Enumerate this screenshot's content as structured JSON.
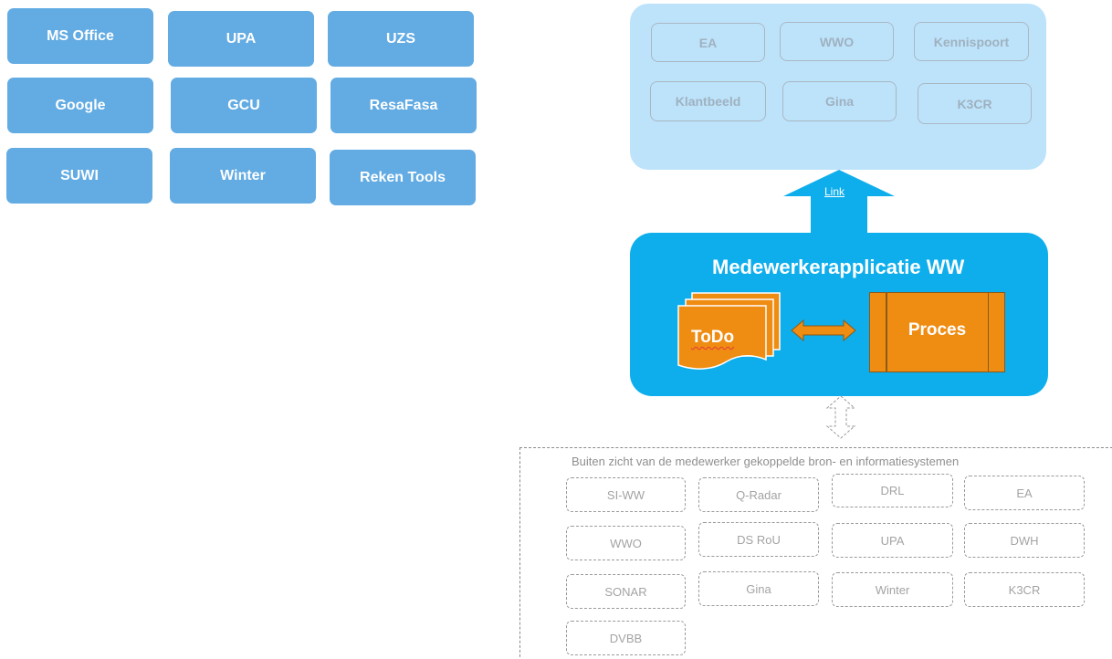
{
  "tools": {
    "items": [
      {
        "label": "MS Office"
      },
      {
        "label": "UPA"
      },
      {
        "label": "UZS"
      },
      {
        "label": "Google"
      },
      {
        "label": "GCU"
      },
      {
        "label": "ResaFasa"
      },
      {
        "label": "SUWI"
      },
      {
        "label": "Winter"
      },
      {
        "label": "Reken Tools"
      }
    ]
  },
  "linked_systems": {
    "items": [
      {
        "label": "EA"
      },
      {
        "label": "WWO"
      },
      {
        "label": "Kennispoort"
      },
      {
        "label": "Klantbeeld"
      },
      {
        "label": "Gina"
      },
      {
        "label": "K3CR"
      }
    ]
  },
  "link": {
    "label": "Link"
  },
  "app": {
    "title": "Medewerkerapplicatie WW",
    "todo_label": "ToDo",
    "proces_label": "Proces"
  },
  "sources": {
    "caption": "Buiten zicht van de medewerker gekoppelde bron- en informatiesystemen",
    "items": [
      {
        "label": "SI-WW"
      },
      {
        "label": "Q-Radar"
      },
      {
        "label": "DRL"
      },
      {
        "label": "EA"
      },
      {
        "label": "WWO"
      },
      {
        "label": "DS RoU"
      },
      {
        "label": "UPA"
      },
      {
        "label": "DWH"
      },
      {
        "label": "SONAR"
      },
      {
        "label": "Gina"
      },
      {
        "label": "Winter"
      },
      {
        "label": "K3CR"
      },
      {
        "label": "DVBB"
      }
    ]
  },
  "colors": {
    "tool_button": "#62abe3",
    "linked_panel": "#bde3fb",
    "app_panel": "#0eaeec",
    "orange": "#ef8c12"
  }
}
